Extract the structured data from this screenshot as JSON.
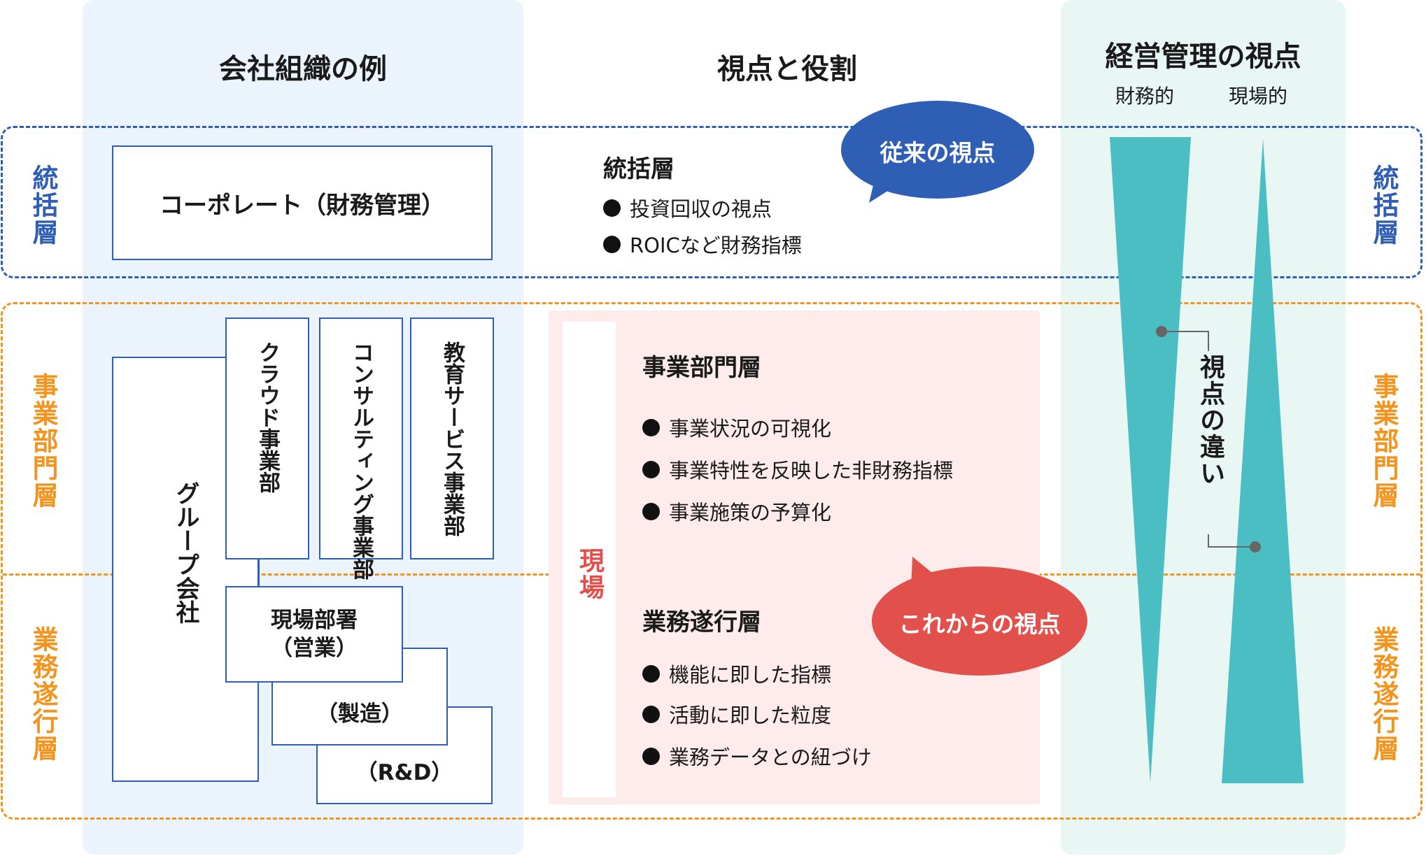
{
  "headers": {
    "org_example": "会社組織の例",
    "viewpoint_role": "視点と役割",
    "mgmt_viewpoint": "経営管理の視点",
    "financial": "財務的",
    "onsite": "現場的"
  },
  "side_labels": {
    "top": "統括層",
    "middle": "事業部門層",
    "bottom": "業務遂行層"
  },
  "org": {
    "corporate": "コーポレート（財務管理）",
    "group_company": "グループ会社",
    "cloud_division": "クラウド事業部",
    "consulting_division": "コンサルティング事業部",
    "education_division": "教育サービス事業部",
    "field_dept_line1": "現場部署",
    "field_dept_line2": "（営業）",
    "manufacturing": "（製造）",
    "rnd": "（R&D）"
  },
  "roles": {
    "field": "現場",
    "top": {
      "title": "統括層",
      "items": [
        "投資回収の視点",
        "ROICなど財務指標"
      ]
    },
    "middle": {
      "title": "事業部門層",
      "items": [
        "事業状況の可視化",
        "事業特性を反映した非財務指標",
        "事業施策の予算化"
      ]
    },
    "bottom": {
      "title": "業務遂行層",
      "items": [
        "機能に即した指標",
        "活動に即した粒度",
        "業務データとの紐づけ"
      ]
    }
  },
  "bubbles": {
    "traditional": "従来の視点",
    "future": "これからの視点"
  },
  "viewpoint_difference": "視点の違い",
  "colors": {
    "blue": "#2f5fb4",
    "orange": "#f2941d",
    "red": "#e2504c",
    "teal": "#4bbec3",
    "pink_bg": "#fdeceb"
  }
}
